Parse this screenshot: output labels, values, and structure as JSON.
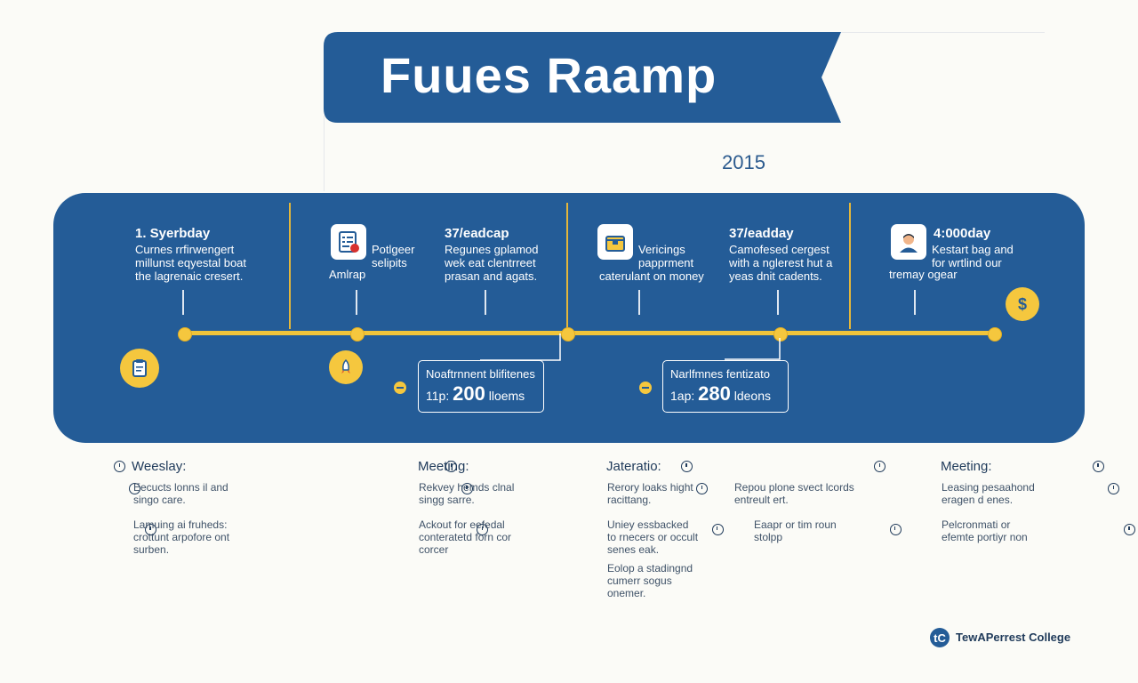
{
  "header": {
    "title": "Fuues Raamp",
    "year": "2015"
  },
  "colors": {
    "panel": "#245c97",
    "accent_yellow": "#f5c73e",
    "background": "#fbfbf7"
  },
  "milestones": [
    {
      "head": "1. Syerbday",
      "lines": [
        "Curnes rrfirwengert",
        "millunst eqyestal boat",
        "the lagrenaic cresert."
      ]
    },
    {
      "label_lines": [
        "Potlgeer",
        "selipits"
      ],
      "extra": "Amlrap",
      "icon": "checklist-icon"
    },
    {
      "head": "37/eadcap",
      "lines": [
        "Regunes gplamod",
        "wek eat clentrreet",
        "prasan and agats."
      ]
    },
    {
      "label_lines": [
        "Vericings",
        "papprment",
        "caterulant on money"
      ],
      "icon": "box-icon"
    },
    {
      "head": "37/eadday",
      "lines": [
        "Camofesed cergest",
        "with a nglerest hut a",
        "yeas dnit cadents."
      ]
    },
    {
      "head": "4:000day",
      "lines": [
        "Kestart bag and",
        "for wrtlind our",
        "tremay ogear"
      ],
      "icon": "person-icon"
    }
  ],
  "boxes": [
    {
      "line1": "Noaftrnnent blifitenes",
      "prefix": "11p:",
      "value": "200",
      "suffix": "lloems"
    },
    {
      "line1": "Narlfmnes fentizato",
      "prefix": "1ap:",
      "value": "280",
      "suffix": "ldeons"
    }
  ],
  "dollar_icon": "dollar-icon",
  "info": [
    {
      "head": "Weeslay:",
      "items": [
        [
          "Eecucts lonns il and",
          "singo care."
        ],
        [
          "Lamuing ai fruheds:",
          "crottunt arpofore ont",
          "surben."
        ]
      ]
    },
    {
      "head": "Meeting:",
      "items": [
        [
          "Rekvey hemds clnal",
          "singg sarre."
        ],
        [
          "Ackout for eefedal",
          "conteratetd forn cor",
          "corcer"
        ]
      ]
    },
    {
      "head": "Jateratio:",
      "items": [
        [
          "Rerory loaks hight",
          "racittang."
        ],
        [
          "Uniey essbacked",
          "to rnecers or occult",
          "senes eak."
        ],
        [
          "Eolop a stadingnd",
          "cumerr sogus",
          "onemer."
        ]
      ]
    },
    {
      "head": "",
      "items": [
        [
          "Repou plone svect lcords",
          "entreult ert."
        ],
        [
          "Eaapr or tim roun",
          "stolpp"
        ]
      ]
    },
    {
      "head": "Meeting:",
      "items": [
        [
          "Leasing pesaahond",
          "eragen d enes."
        ],
        [
          "Pelcronmati or",
          "efemte portiyr non"
        ]
      ]
    }
  ],
  "footer": {
    "org": "TewAPerrest College"
  }
}
